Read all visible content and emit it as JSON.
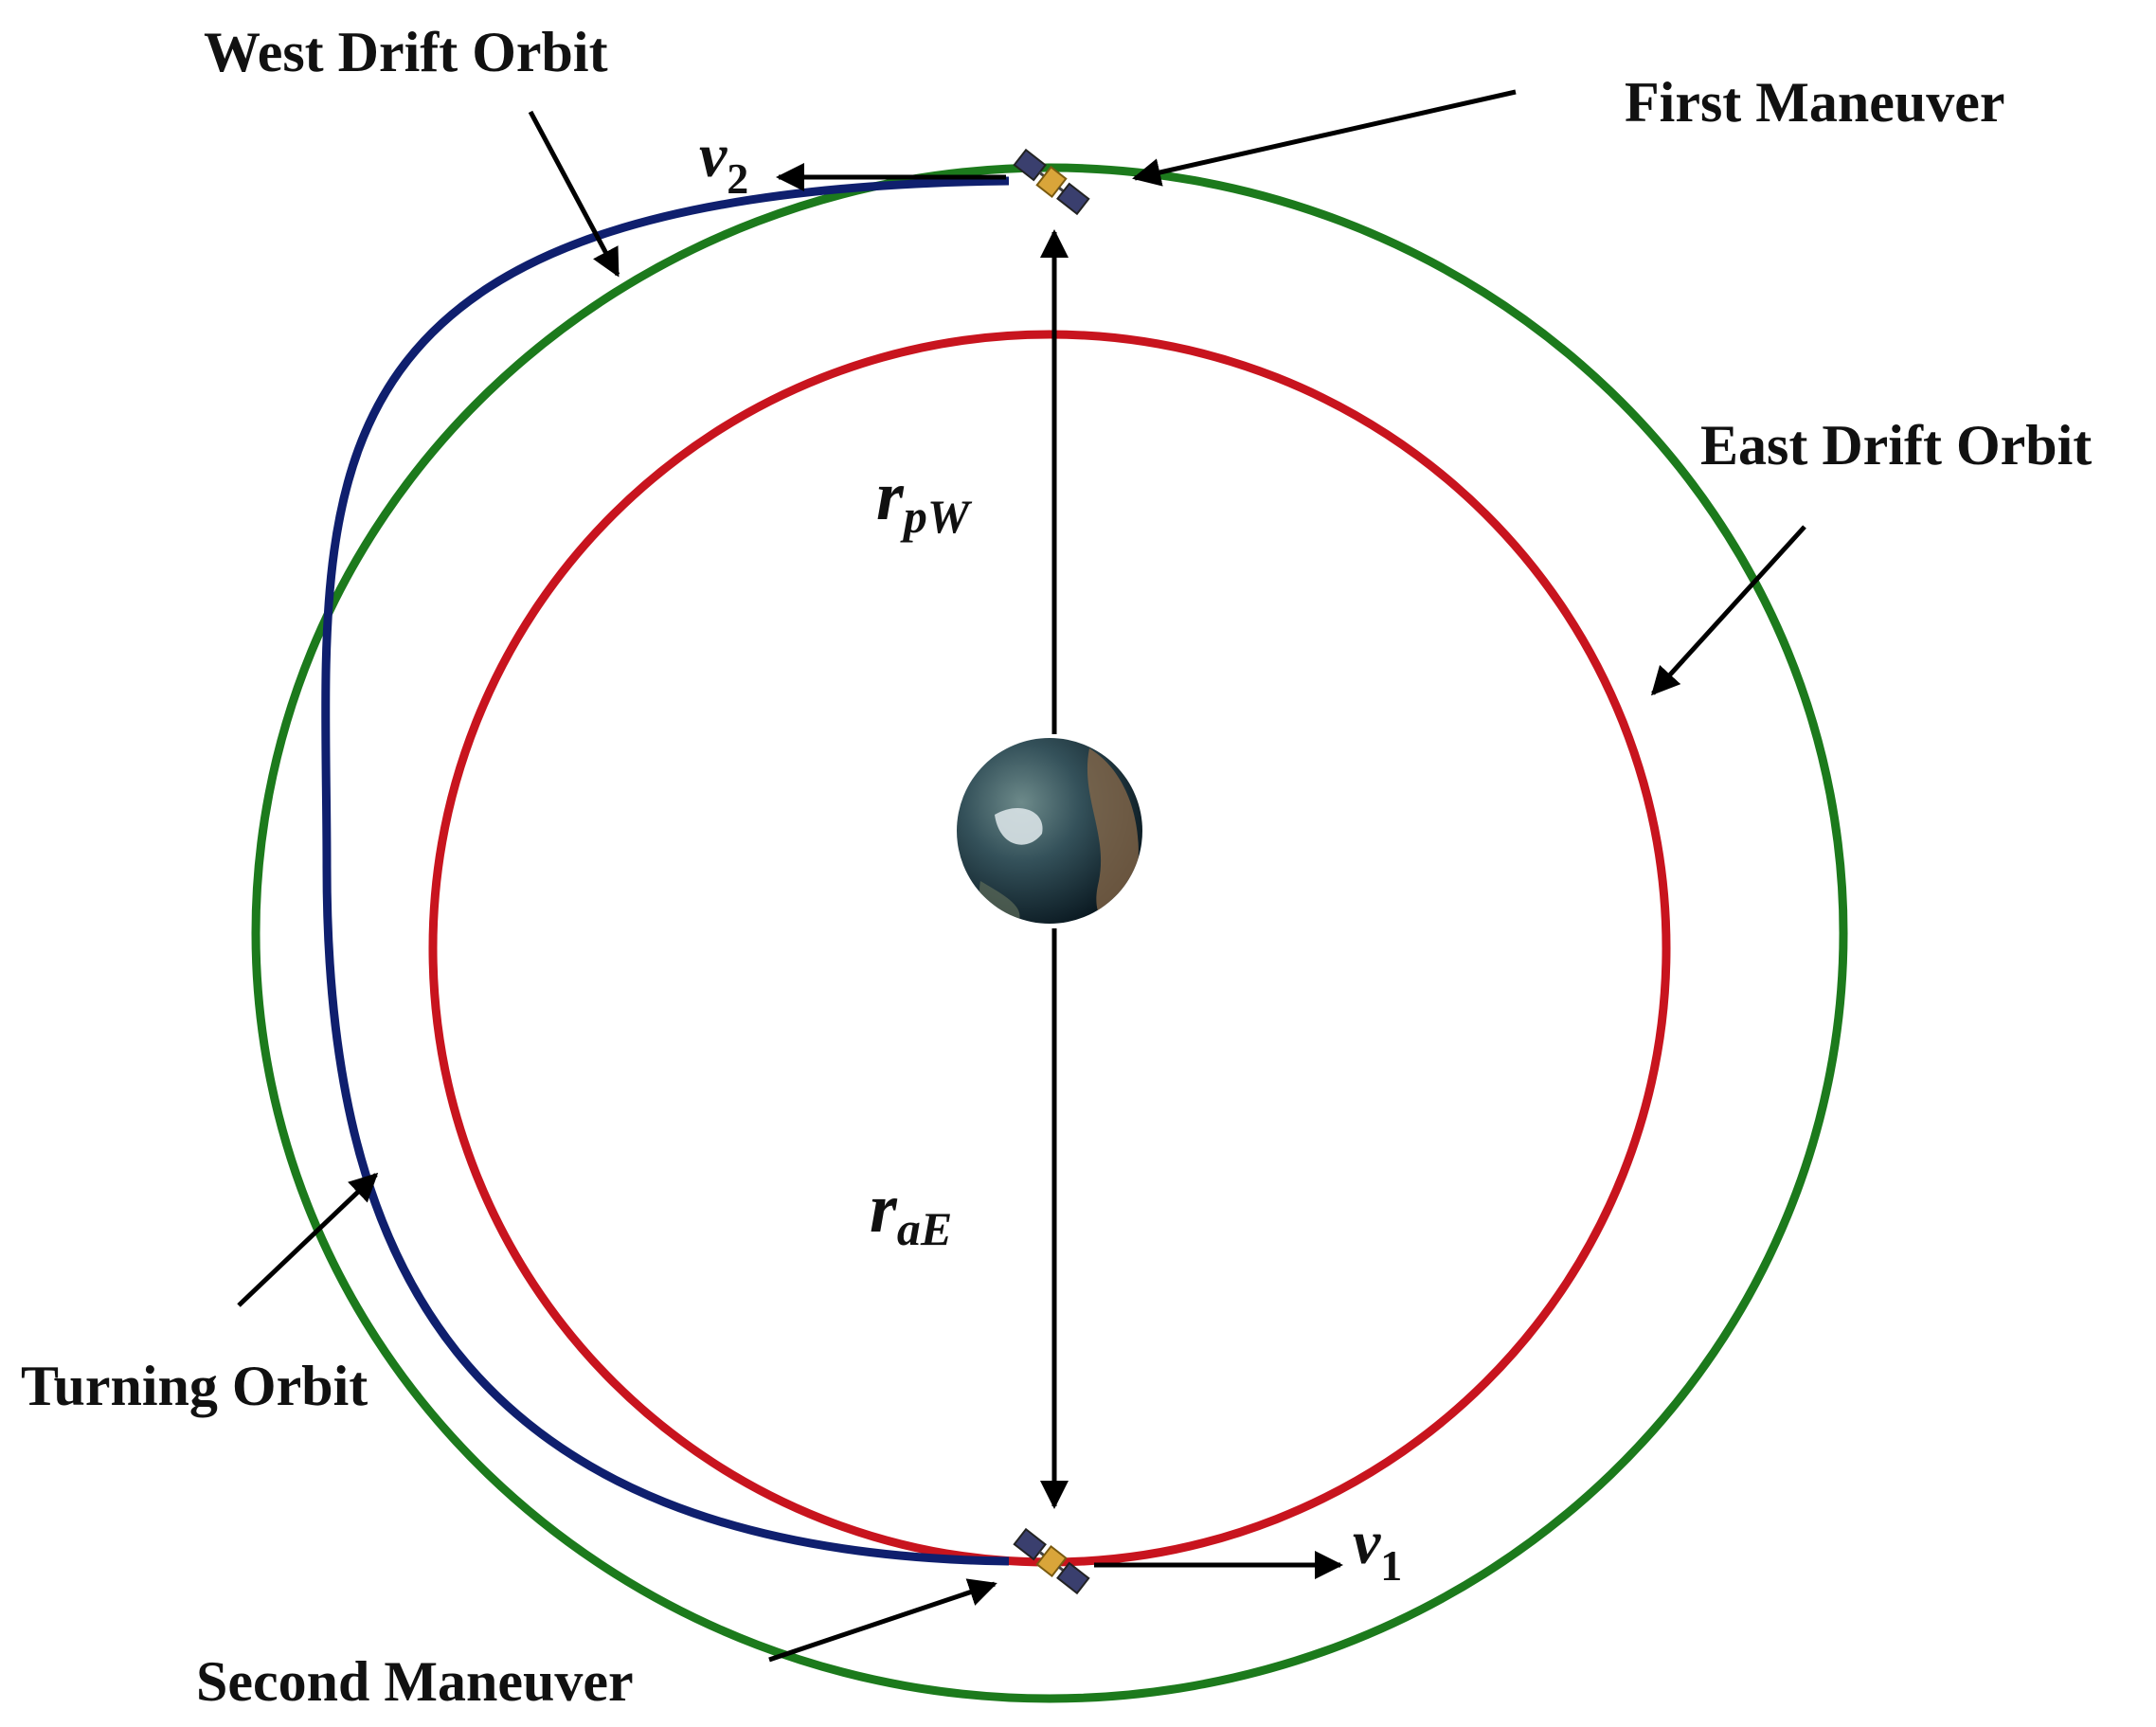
{
  "labels": {
    "west_drift_orbit": "West Drift Orbit",
    "first_maneuver": "First Maneuver",
    "east_drift_orbit": "East Drift Orbit",
    "turning_orbit": "Turning Orbit",
    "second_maneuver": "Second Maneuver"
  },
  "symbols": {
    "v2_base": "v",
    "v2_sub": "2",
    "v1_base": "v",
    "v1_sub": "1",
    "rpw_base": "r",
    "rpw_sub": "pW",
    "rae_base": "r",
    "rae_sub": "aE"
  },
  "colors": {
    "west_drift_orbit": "#1c7a1c",
    "east_drift_orbit": "#c8141e",
    "turning_orbit": "#0f1f6e",
    "arrows": "#000000",
    "earth_ocean": "#2a4a55",
    "earth_land": "#8a6a4a"
  },
  "icons": {
    "earth": "earth-globe-icon",
    "satellite": "satellite-icon"
  }
}
